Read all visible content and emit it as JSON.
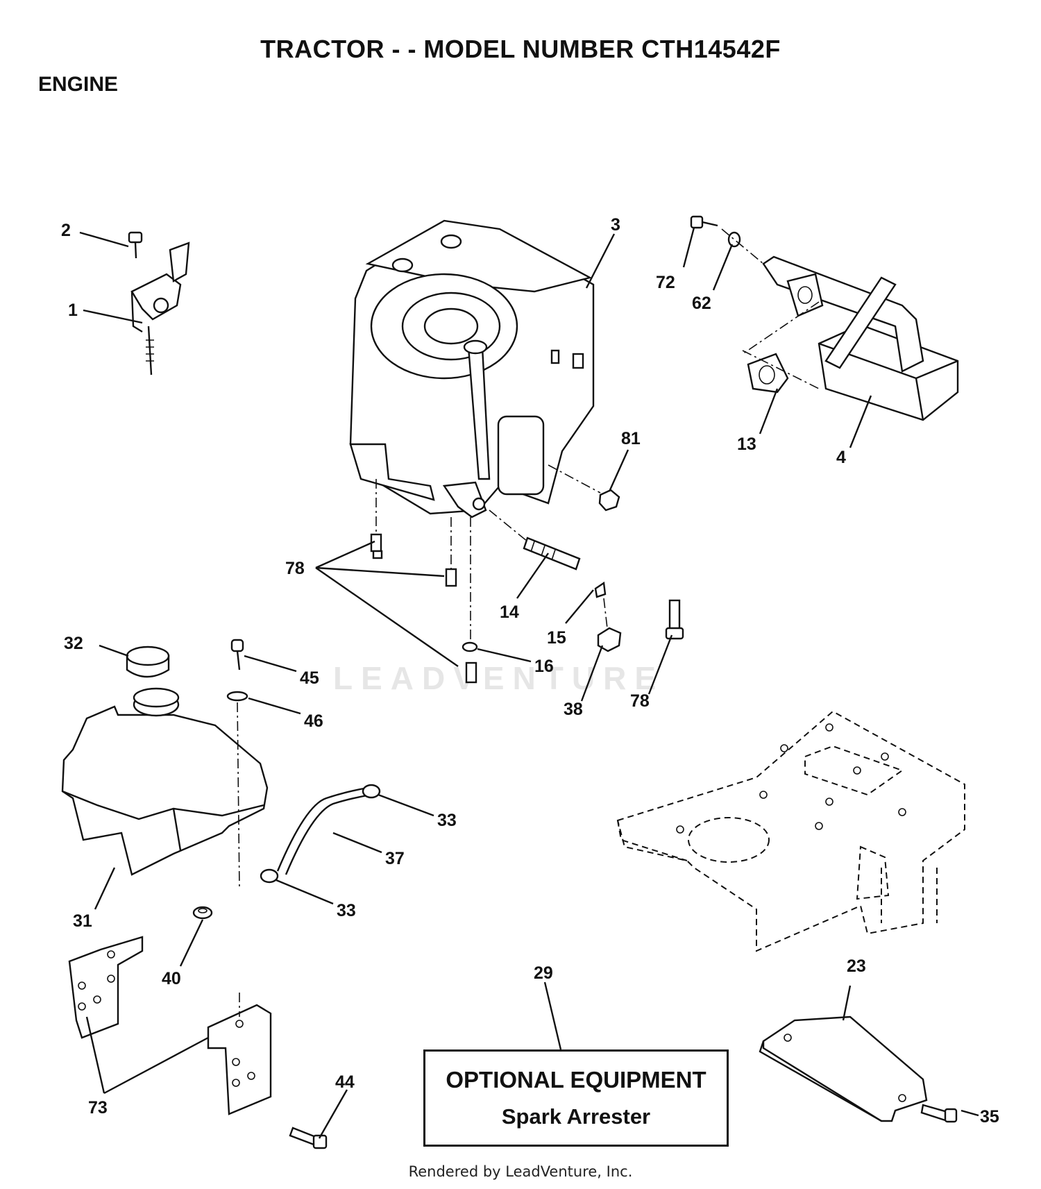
{
  "header": {
    "title": "TRACTOR - - MODEL NUMBER CTH14542F",
    "section": "ENGINE"
  },
  "watermark": "LEADVENTURE",
  "optional_equipment": {
    "title": "OPTIONAL EQUIPMENT",
    "item": "Spark Arrester"
  },
  "footer": "Rendered by LeadVenture, Inc.",
  "callouts": {
    "c1": "1",
    "c2": "2",
    "c3": "3",
    "c4": "4",
    "c13": "13",
    "c14": "14",
    "c15": "15",
    "c16": "16",
    "c23": "23",
    "c29": "29",
    "c31": "31",
    "c32": "32",
    "c33a": "33",
    "c33b": "33",
    "c35": "35",
    "c37": "37",
    "c38": "38",
    "c40": "40",
    "c44": "44",
    "c45": "45",
    "c46": "46",
    "c62": "62",
    "c72": "72",
    "c73": "73",
    "c78a": "78",
    "c78b": "78",
    "c81": "81"
  }
}
